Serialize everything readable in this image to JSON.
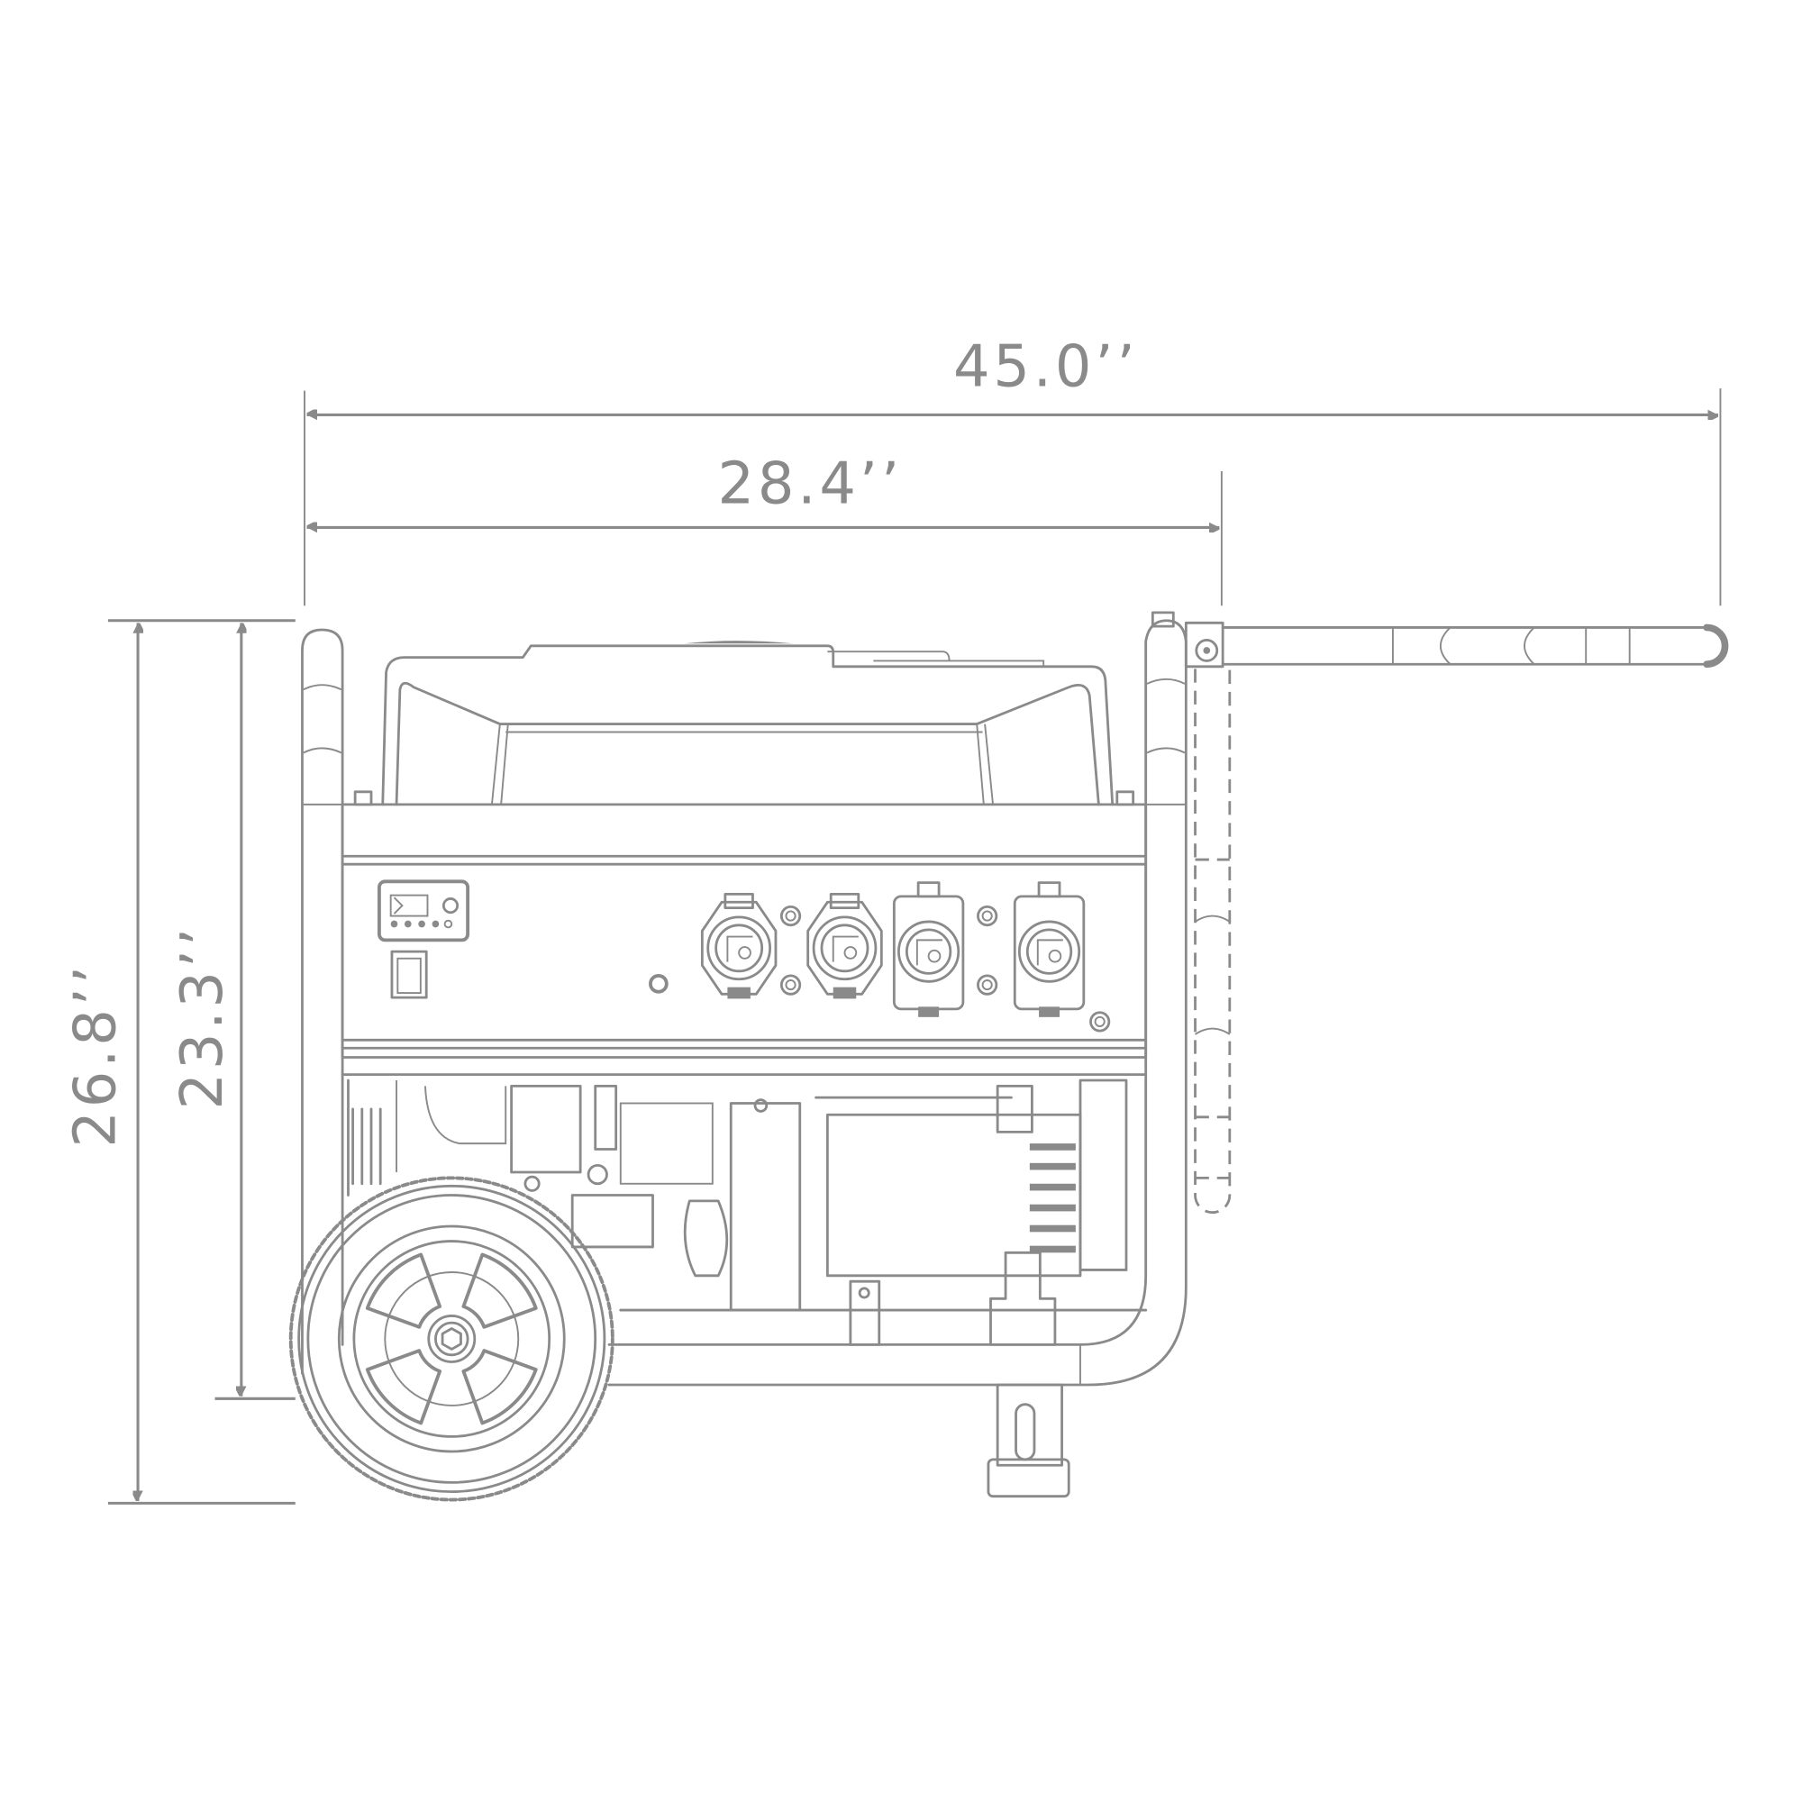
{
  "colors": {
    "line": "#8a8a8a",
    "background": "#ffffff"
  },
  "dimensions": {
    "overall_length": "45.0’’",
    "frame_length": "28.4’’",
    "overall_height": "26.8’’",
    "frame_height": "23.3’’"
  }
}
